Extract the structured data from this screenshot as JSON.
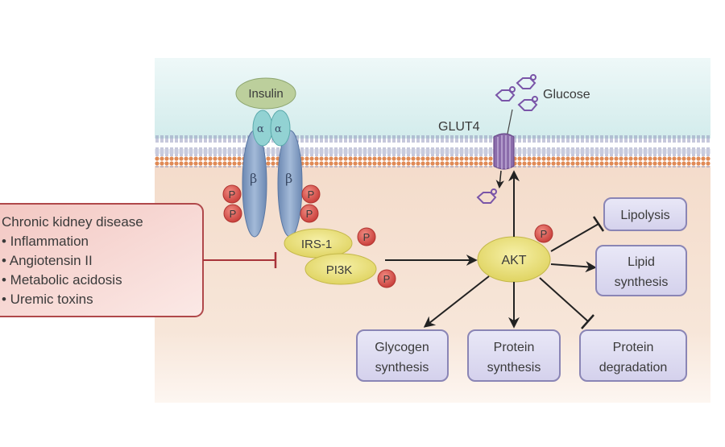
{
  "diagram": {
    "title": "Insulin signaling pathway impaired in chronic kidney disease",
    "extracellular_label": "",
    "ligand": {
      "label": "Insulin"
    },
    "receptor": {
      "alpha_subunits": [
        "α",
        "α"
      ],
      "beta_subunits": [
        "β",
        "β"
      ],
      "phospho_label": "P"
    },
    "adaptors": [
      {
        "id": "irs1",
        "label": "IRS-1",
        "phosphorylated": true
      },
      {
        "id": "pi3k",
        "label": "PI3K",
        "phosphorylated": true
      }
    ],
    "kinase": {
      "label": "AKT",
      "phosphorylated": true
    },
    "transporter": {
      "label": "GLUT4"
    },
    "substrate": {
      "label": "Glucose"
    },
    "ckd_box": {
      "title": "Chronic kidney disease",
      "items": [
        "• Inflammation",
        "• Angiotensin II",
        "• Metabolic acidosis",
        "• Uremic toxins"
      ],
      "effect": "inhibits"
    },
    "outcomes": [
      {
        "id": "lipolysis",
        "lines": [
          "Lipolysis"
        ],
        "effect": "inhibits"
      },
      {
        "id": "lipid-synthesis",
        "lines": [
          "Lipid",
          "synthesis"
        ],
        "effect": "activates"
      },
      {
        "id": "glycogen-synthesis",
        "lines": [
          "Glycogen",
          "synthesis"
        ],
        "effect": "activates"
      },
      {
        "id": "protein-synthesis",
        "lines": [
          "Protein",
          "synthesis"
        ],
        "effect": "activates"
      },
      {
        "id": "protein-degradation",
        "lines": [
          "Protein",
          "degradation"
        ],
        "effect": "inhibits"
      }
    ],
    "colors": {
      "extracellular": "#d7eeee",
      "cytoplasm": "#f6e3d6",
      "membrane_head": "#e08a55",
      "membrane_tail": "#9aa0c0",
      "insulin": "#b9cc98",
      "alpha": "#8fcfd0",
      "beta": "#7f9cc4",
      "phospho": "#d9534f",
      "adaptor": "#e8e07a",
      "glut4": "#8a6aa8",
      "glucose": "#7a55a8",
      "outcome_fill": "#dcdaf0",
      "outcome_border": "#8a85b5",
      "ckd_fill": "#f6d0cc",
      "ckd_border": "#b0484a",
      "arrow": "#222222",
      "inhibit_line": "#a8333a"
    }
  }
}
